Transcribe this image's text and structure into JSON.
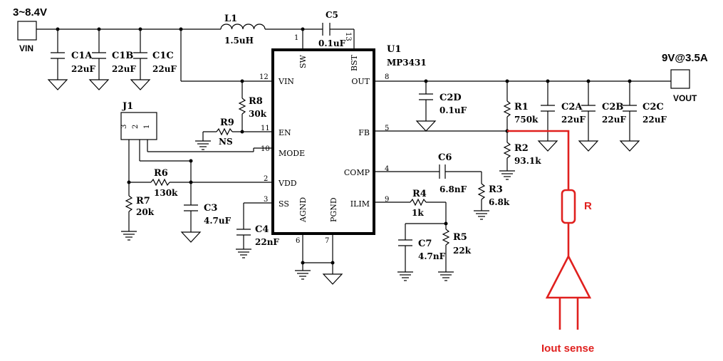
{
  "ports": {
    "vin_range": "3~8.4V",
    "vin_label": "VIN",
    "vout_rating": "9V@3.5A",
    "vout_label": "VOUT"
  },
  "ic": {
    "ref": "U1",
    "part": "MP3431",
    "pins": {
      "vin": "VIN",
      "en": "EN",
      "mode": "MODE",
      "vdd": "VDD",
      "ss": "SS",
      "sw": "SW",
      "bst": "BST",
      "out": "OUT",
      "fb": "FB",
      "comp": "COMP",
      "ilim": "ILIM",
      "agnd": "AGND",
      "pgnd": "PGND"
    },
    "pin_numbers": {
      "sw": "1",
      "bst": "13",
      "vin": "12",
      "en": "11",
      "mode": "10",
      "vdd": "2",
      "ss": "3",
      "out": "8",
      "fb": "5",
      "comp": "4",
      "ilim": "9",
      "agnd": "6",
      "pgnd": "7"
    }
  },
  "components": {
    "l1": {
      "ref": "L1",
      "value": "1.5uH"
    },
    "c5": {
      "ref": "C5",
      "value": "0.1uF"
    },
    "c1a": {
      "ref": "C1A",
      "value": "22uF"
    },
    "c1b": {
      "ref": "C1B",
      "value": "22uF"
    },
    "c1c": {
      "ref": "C1C",
      "value": "22uF"
    },
    "r8": {
      "ref": "R8",
      "value": "30k"
    },
    "r9": {
      "ref": "R9",
      "value": "NS"
    },
    "j1": {
      "ref": "J1",
      "pins": [
        "3",
        "2",
        "1"
      ]
    },
    "r6": {
      "ref": "R6",
      "value": "130k"
    },
    "r7": {
      "ref": "R7",
      "value": "20k"
    },
    "c3": {
      "ref": "C3",
      "value": "4.7uF"
    },
    "c4": {
      "ref": "C4",
      "value": "22nF"
    },
    "c2d": {
      "ref": "C2D",
      "value": "0.1uF"
    },
    "r1": {
      "ref": "R1",
      "value": "750k"
    },
    "r2": {
      "ref": "R2",
      "value": "93.1k"
    },
    "c2a": {
      "ref": "C2A",
      "value": "22uF"
    },
    "c2b": {
      "ref": "C2B",
      "value": "22uF"
    },
    "c2c": {
      "ref": "C2C",
      "value": "22uF"
    },
    "c6": {
      "ref": "C6",
      "value": "6.8nF"
    },
    "r3": {
      "ref": "R3",
      "value": "6.8k"
    },
    "r4": {
      "ref": "R4",
      "value": "1k"
    },
    "r5": {
      "ref": "R5",
      "value": "22k"
    },
    "c7": {
      "ref": "C7",
      "value": "4.7nF"
    }
  },
  "annotation": {
    "sense_resistor": "R",
    "sense_label": "Iout sense",
    "color": "#e0201e"
  }
}
